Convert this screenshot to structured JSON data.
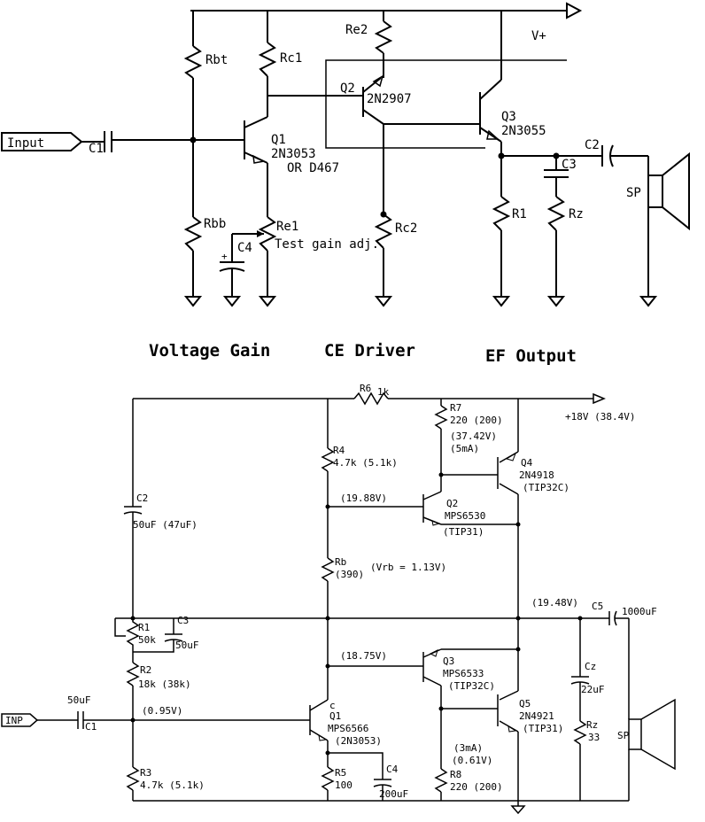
{
  "top": {
    "vplus": "V+",
    "rbt": "Rbt",
    "rc1": "Rc1",
    "re2": "Re2",
    "q2_name": "Q2",
    "q2_part": "2N2907",
    "q3_name": "Q3",
    "q3_part": "2N3055",
    "input": "Input",
    "c1": "C1",
    "q1_name": "Q1",
    "q1_part": "2N3053",
    "q1_alt": "OR D467",
    "c2": "C2",
    "c3": "C3",
    "sp": "SP",
    "rbb": "Rbb",
    "re1": "Re1",
    "c4": "C4",
    "test_gain": "Test gain adj.",
    "rc2": "Rc2",
    "r1": "R1",
    "rz": "Rz",
    "stage1": "Voltage Gain",
    "stage2": "CE Driver",
    "stage3": "EF Output"
  },
  "bottom": {
    "r6": "R6",
    "r6_val": "1k",
    "r7": "R7",
    "r7_val": "220 (200)",
    "v_r7": "(37.42V)",
    "i_r7": "(5mA)",
    "supply": "+18V (38.4V)",
    "c2": "C2",
    "c2_val": "50uF (47uF)",
    "r4": "R4",
    "r4_val": "4.7k (5.1k)",
    "q4_name": "Q4",
    "q4_part": "2N4918",
    "q4_alt": "(TIP32C)",
    "v_q2b": "(19.88V)",
    "q2_name": "Q2",
    "q2_part": "MPS6530",
    "q2_alt": "(TIP31)",
    "rb": "Rb",
    "rb_val": "(390)",
    "vrb": "(Vrb = 1.13V)",
    "v_out": "(19.48V)",
    "c5": "C5",
    "c5_val": "1000uF",
    "r1": "R1",
    "r1_val": "50k",
    "c3": "C3",
    "c3_val": "50uF",
    "v_q3b": "(18.75V)",
    "q3_name": "Q3",
    "q3_part": "MPS6533",
    "q3_alt": "(TIP32C)",
    "cz": "Cz",
    "cz_val": "22uF",
    "r2": "R2",
    "r2_val": "18k (38k)",
    "c1_val": "50uF",
    "c1": "C1",
    "inp": "INP",
    "v_q1b": "(0.95V)",
    "q1_name": "Q1",
    "q1_part": "MPS6566",
    "q1_alt": "(2N3053)",
    "q5_name": "Q5",
    "q5_part": "2N4921",
    "q5_alt": "(TIP31)",
    "rz": "Rz",
    "rz_val": "33",
    "sp": "SP",
    "i_r8": "(3mA)",
    "v_r8": "(0.61V)",
    "r3": "R3",
    "r3_val": "4.7k (5.1k)",
    "r5": "R5",
    "r5_val": "100",
    "c4": "C4",
    "c4_val": "200uF",
    "r8": "R8",
    "r8_val": "220 (200)",
    "c_pin": "c"
  }
}
